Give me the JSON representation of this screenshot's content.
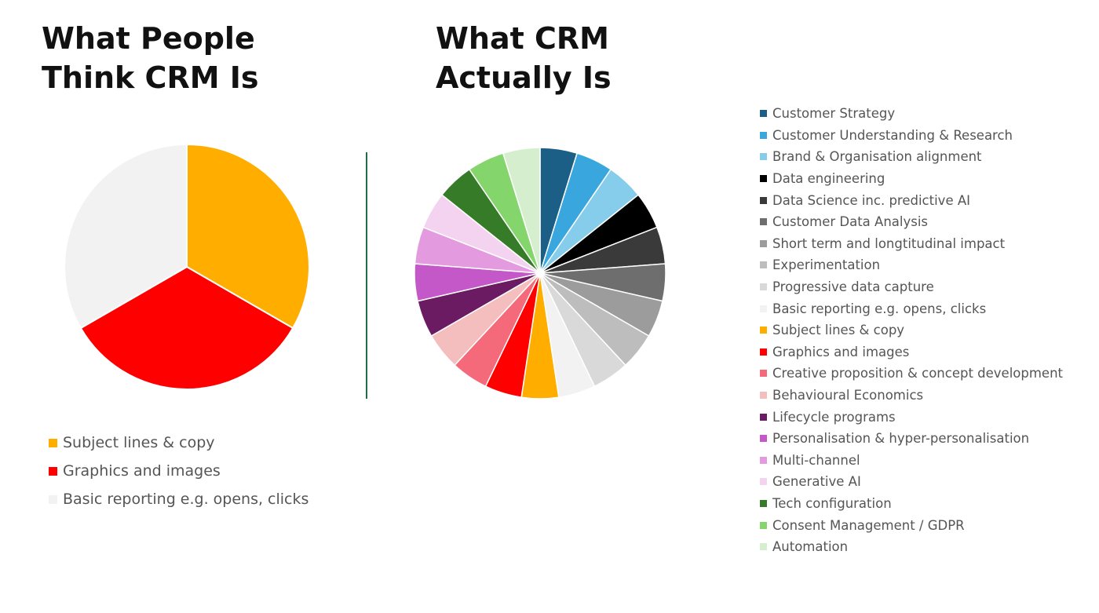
{
  "chart_data": [
    {
      "type": "pie",
      "title": [
        "What People",
        "Think CRM Is"
      ],
      "slices": [
        {
          "label": "Subject lines & copy",
          "value": 1,
          "color": "#FFAE00"
        },
        {
          "label": "Graphics and images",
          "value": 1,
          "color": "#FF0000"
        },
        {
          "label": "Basic reporting e.g. opens, clicks",
          "value": 1,
          "color": "#F2F2F2"
        }
      ]
    },
    {
      "type": "pie",
      "title": [
        "What CRM",
        "Actually Is"
      ],
      "slices": [
        {
          "label": "Customer Strategy",
          "value": 1,
          "color": "#1B5E86"
        },
        {
          "label": "Customer Understanding & Research",
          "value": 1,
          "color": "#3AA6DE"
        },
        {
          "label": "Brand & Organisation alignment",
          "value": 1,
          "color": "#85CDEB"
        },
        {
          "label": "Data engineering",
          "value": 1,
          "color": "#000000"
        },
        {
          "label": "Data Science inc. predictive AI",
          "value": 1,
          "color": "#3A3A3A"
        },
        {
          "label": "Customer Data Analysis",
          "value": 1,
          "color": "#6E6E6E"
        },
        {
          "label": "Short term and longtitudinal impact",
          "value": 1,
          "color": "#9C9C9C"
        },
        {
          "label": "Experimentation",
          "value": 1,
          "color": "#BDBDBD"
        },
        {
          "label": "Progressive data capture",
          "value": 1,
          "color": "#D9D9D9"
        },
        {
          "label": "Basic reporting e.g. opens, clicks",
          "value": 1,
          "color": "#F2F2F2"
        },
        {
          "label": "Subject lines & copy",
          "value": 1,
          "color": "#FFAE00"
        },
        {
          "label": "Graphics and images",
          "value": 1,
          "color": "#FF0000"
        },
        {
          "label": "Creative proposition & concept development",
          "value": 1,
          "color": "#F46A7A"
        },
        {
          "label": "Behavioural Economics",
          "value": 1,
          "color": "#F5BEBE"
        },
        {
          "label": "Lifecycle programs",
          "value": 1,
          "color": "#6A1B62"
        },
        {
          "label": "Personalisation & hyper-personalisation",
          "value": 1,
          "color": "#C558C8"
        },
        {
          "label": "Multi-channel",
          "value": 1,
          "color": "#E39ADF"
        },
        {
          "label": "Generative AI",
          "value": 1,
          "color": "#F4D3F0"
        },
        {
          "label": "Tech configuration",
          "value": 1,
          "color": "#367B27"
        },
        {
          "label": "Consent Management / GDPR",
          "value": 1,
          "color": "#84D56C"
        },
        {
          "label": "Automation",
          "value": 1,
          "color": "#D5EFCE"
        }
      ]
    }
  ],
  "colors": {
    "divider": "#1F6B4A",
    "legend_text": "#555555",
    "title_text": "#111111"
  }
}
